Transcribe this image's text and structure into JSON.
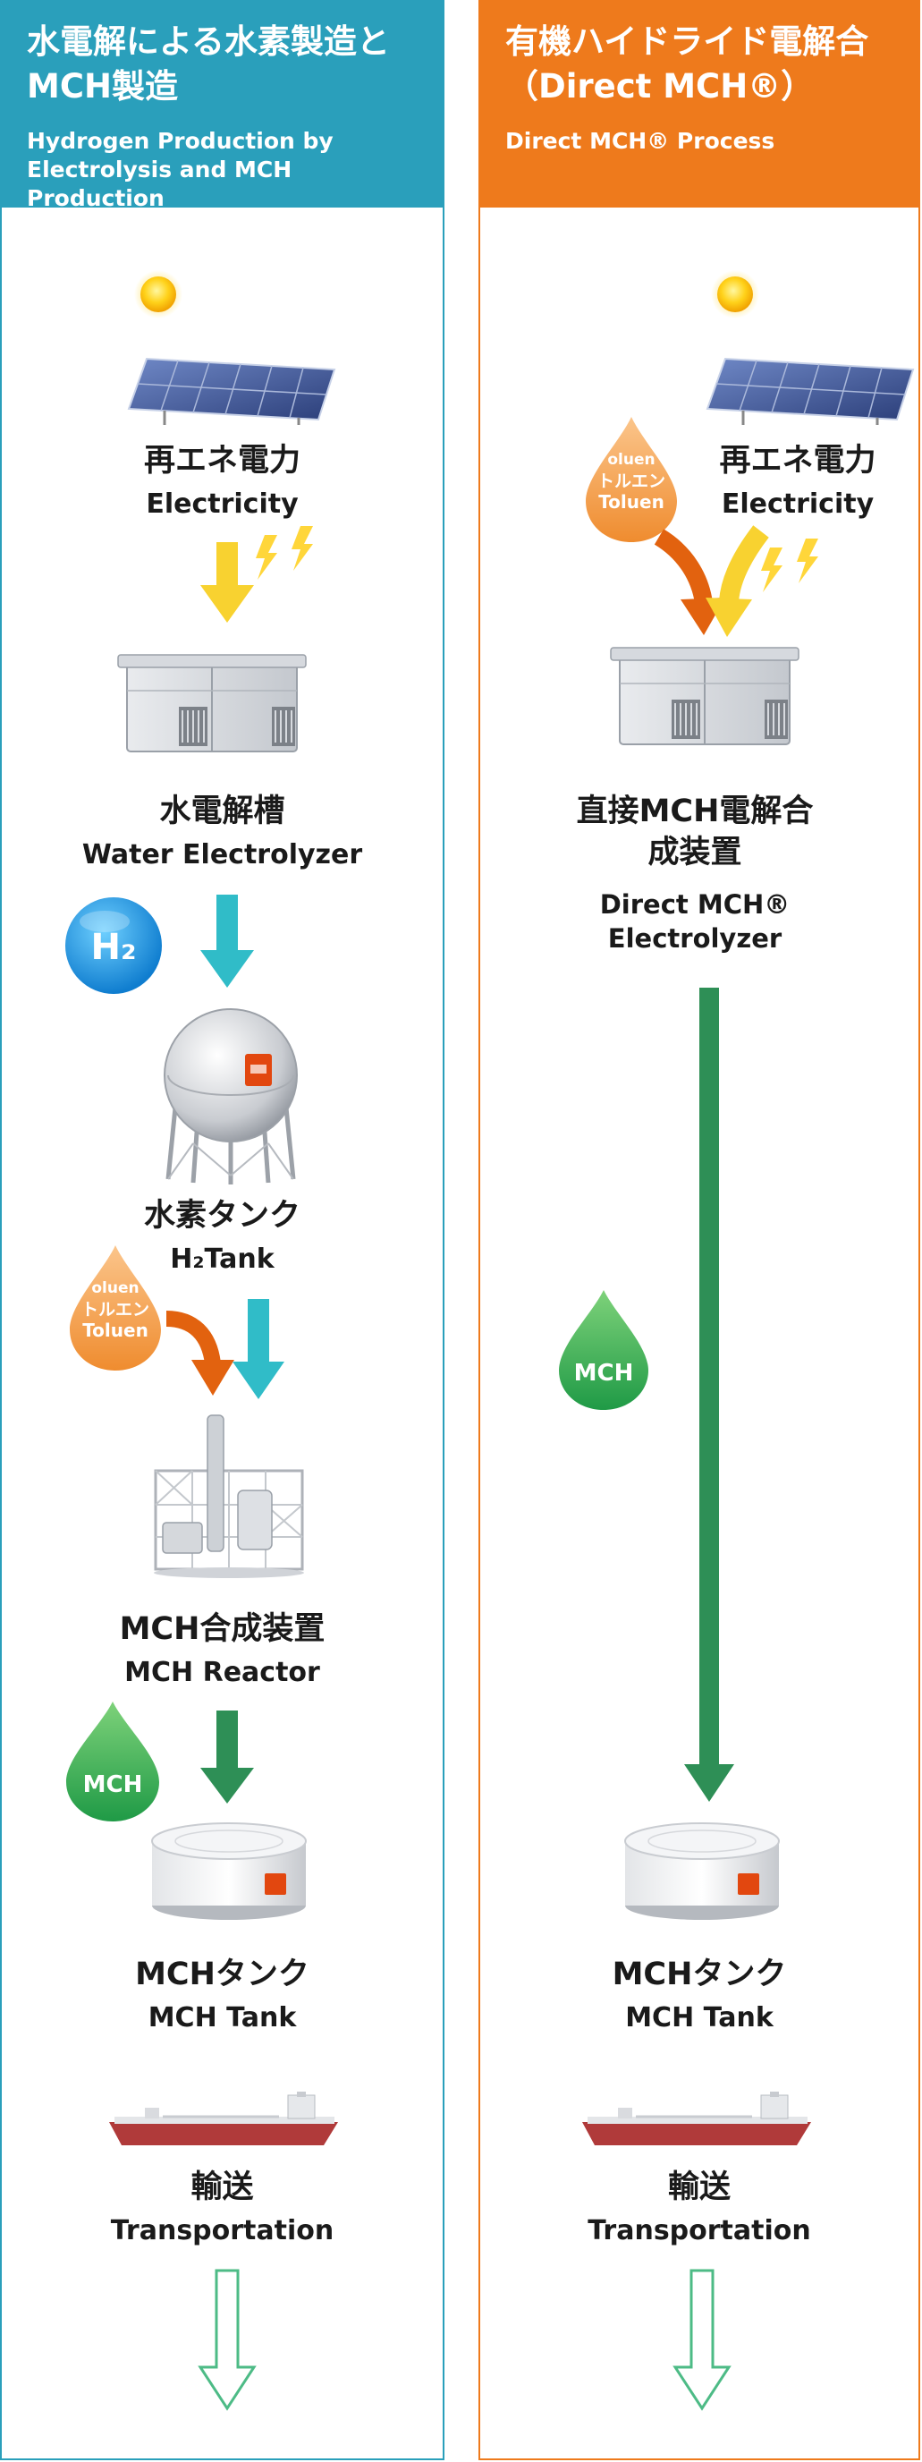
{
  "left": {
    "header": {
      "title_jp": "水電解による水素製造とMCH製造",
      "title_en": "Hydrogen Production by Electrolysis and MCH Production"
    },
    "steps": [
      {
        "jp": "再エネ電力",
        "en": "Electricity"
      },
      {
        "jp": "水電解槽",
        "en": "Water Electrolyzer"
      },
      {
        "jp": "水素タンク",
        "en": "H₂Tank"
      },
      {
        "jp": "MCH合成装置",
        "en": "MCH Reactor"
      },
      {
        "jp": "MCHタンク",
        "en": "MCH Tank"
      },
      {
        "jp": "輸送",
        "en": "Transportation"
      }
    ],
    "h2_badge": "H₂",
    "toluene_drop": [
      "oluen",
      "トルエン",
      "Toluen"
    ],
    "mch_drop": "MCH"
  },
  "right": {
    "header": {
      "title_jp": "有機ハイドライド電解合（Direct MCH®）",
      "title_en": "Direct MCH® Process"
    },
    "steps": [
      {
        "jp": "再エネ電力",
        "en": "Electricity"
      },
      {
        "jp": "直接MCH電解合成装置",
        "en": "Direct MCH® Electrolyzer"
      },
      {
        "jp": "MCHタンク",
        "en": "MCH Tank"
      },
      {
        "jp": "輸送",
        "en": "Transportation"
      }
    ],
    "toluene_drop": [
      "oluen",
      "トルエン",
      "Toluen"
    ],
    "mch_drop": "MCH"
  },
  "colors": {
    "left_accent": "#2a9fbb",
    "right_accent": "#ee7a1c",
    "electricity_arrow": "#f8d230",
    "hydrogen_arrow": "#30bcc8",
    "toluene_arrow": "#e2620f",
    "mch_arrow": "#2e8f56",
    "transport_arrow": "#4dbb86"
  }
}
